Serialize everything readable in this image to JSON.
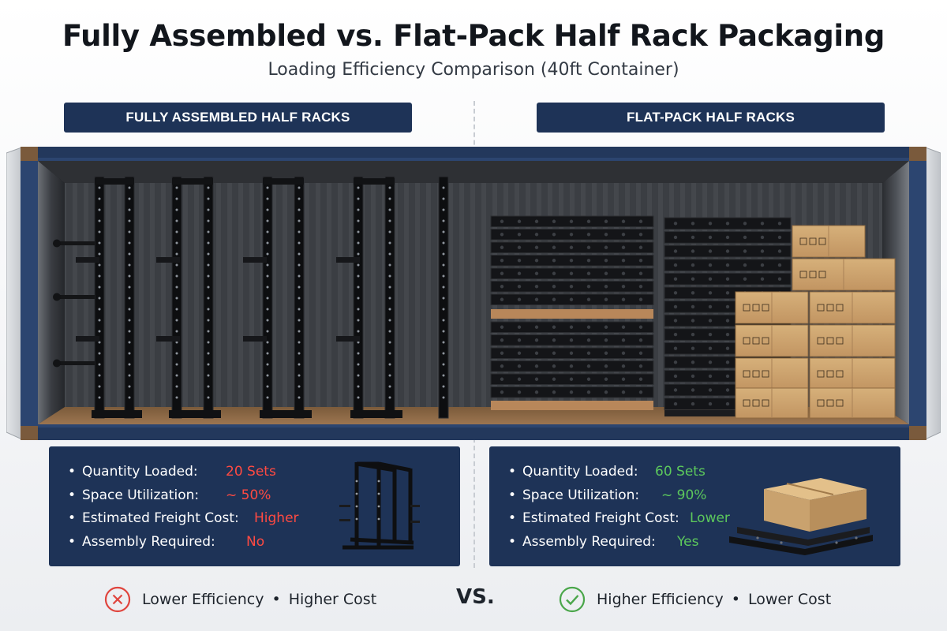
{
  "header": {
    "title": "Fully Assembled vs. Flat-Pack Half Rack Packaging",
    "subtitle": "Loading Efficiency Comparison (40ft Container)"
  },
  "left": {
    "section_label": "FULLY ASSEMBLED HALF RACKS",
    "stats": [
      {
        "label": "Quantity Loaded:",
        "value": "20 Sets"
      },
      {
        "label": "Space Utilization:",
        "value": "~ 50%"
      },
      {
        "label": "Estimated Freight Cost:",
        "value": "Higher"
      },
      {
        "label": "Assembly Required:",
        "value": "No"
      }
    ],
    "verdict": {
      "a": "Lower Efficiency",
      "sep": "•",
      "b": "Higher Cost"
    }
  },
  "right": {
    "section_label": "FLAT-PACK HALF RACKS",
    "stats": [
      {
        "label": "Quantity Loaded:",
        "value": "60 Sets"
      },
      {
        "label": "Space Utilization:",
        "value": "~ 90%"
      },
      {
        "label": "Estimated Freight Cost:",
        "value": "Lower"
      },
      {
        "label": "Assembly Required:",
        "value": "Yes"
      }
    ],
    "verdict": {
      "a": "Higher Efficiency",
      "sep": "•",
      "b": "Lower Cost"
    }
  },
  "bullet": "•",
  "vs_label": "VS.",
  "colors": {
    "navy": "#1e3357",
    "negative": "#ff4a42",
    "positive": "#5cc85c",
    "cardboard": "#c9a26e",
    "container_blue": "#2c4570"
  },
  "icons": {
    "left_verdict": "x-circle-icon",
    "right_verdict": "check-circle-icon"
  }
}
